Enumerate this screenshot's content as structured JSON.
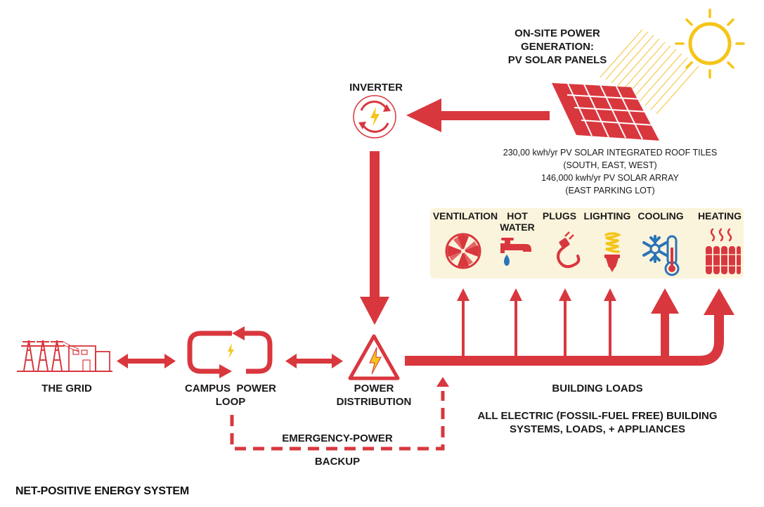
{
  "title": "NET-POSITIVE ENERGY SYSTEM",
  "generation": {
    "line1": "ON-SITE POWER",
    "line2": "GENERATION:",
    "line3": "PV SOLAR PANELS",
    "roof_tiles_line1": "230,00 kwh/yr PV SOLAR INTEGRATED ROOF TILES",
    "roof_tiles_line2": "(SOUTH, EAST, WEST)",
    "array_line1": "146,000 kwh/yr PV SOLAR ARRAY",
    "array_line2": "(EAST PARKING LOT)"
  },
  "inverter": "INVERTER",
  "grid": "THE GRID",
  "campus_loop": {
    "line1": "CAMPUS  POWER",
    "line2": "LOOP"
  },
  "power_distribution": {
    "line1": "POWER",
    "line2": "DISTRIBUTION"
  },
  "loads": [
    {
      "line1": "VENTILATION",
      "line2": "",
      "icon": "fan-icon"
    },
    {
      "line1": "HOT",
      "line2": "WATER",
      "icon": "faucet-icon"
    },
    {
      "line1": "PLUGS",
      "line2": "",
      "icon": "plug-icon"
    },
    {
      "line1": "LIGHTING",
      "line2": "",
      "icon": "bulb-icon"
    },
    {
      "line1": "COOLING",
      "line2": "",
      "icon": "snowflake-thermometer-icon"
    },
    {
      "line1": "HEATING",
      "line2": "",
      "icon": "radiator-icon"
    }
  ],
  "building_loads": "BUILDING LOADS",
  "all_electric": {
    "line1": "ALL ELECTRIC (FOSSIL-FUEL FREE) BUILDING",
    "line2": "SYSTEMS, LOADS, + APPLIANCES"
  },
  "emergency": {
    "line1": "EMERGENCY-POWER",
    "line2": "BACKUP"
  },
  "colors": {
    "accent_red": "#d9373e",
    "sun_yellow": "#f5c518",
    "loads_panel_bg": "#fbf4dc",
    "text": "#1a1a1a"
  }
}
